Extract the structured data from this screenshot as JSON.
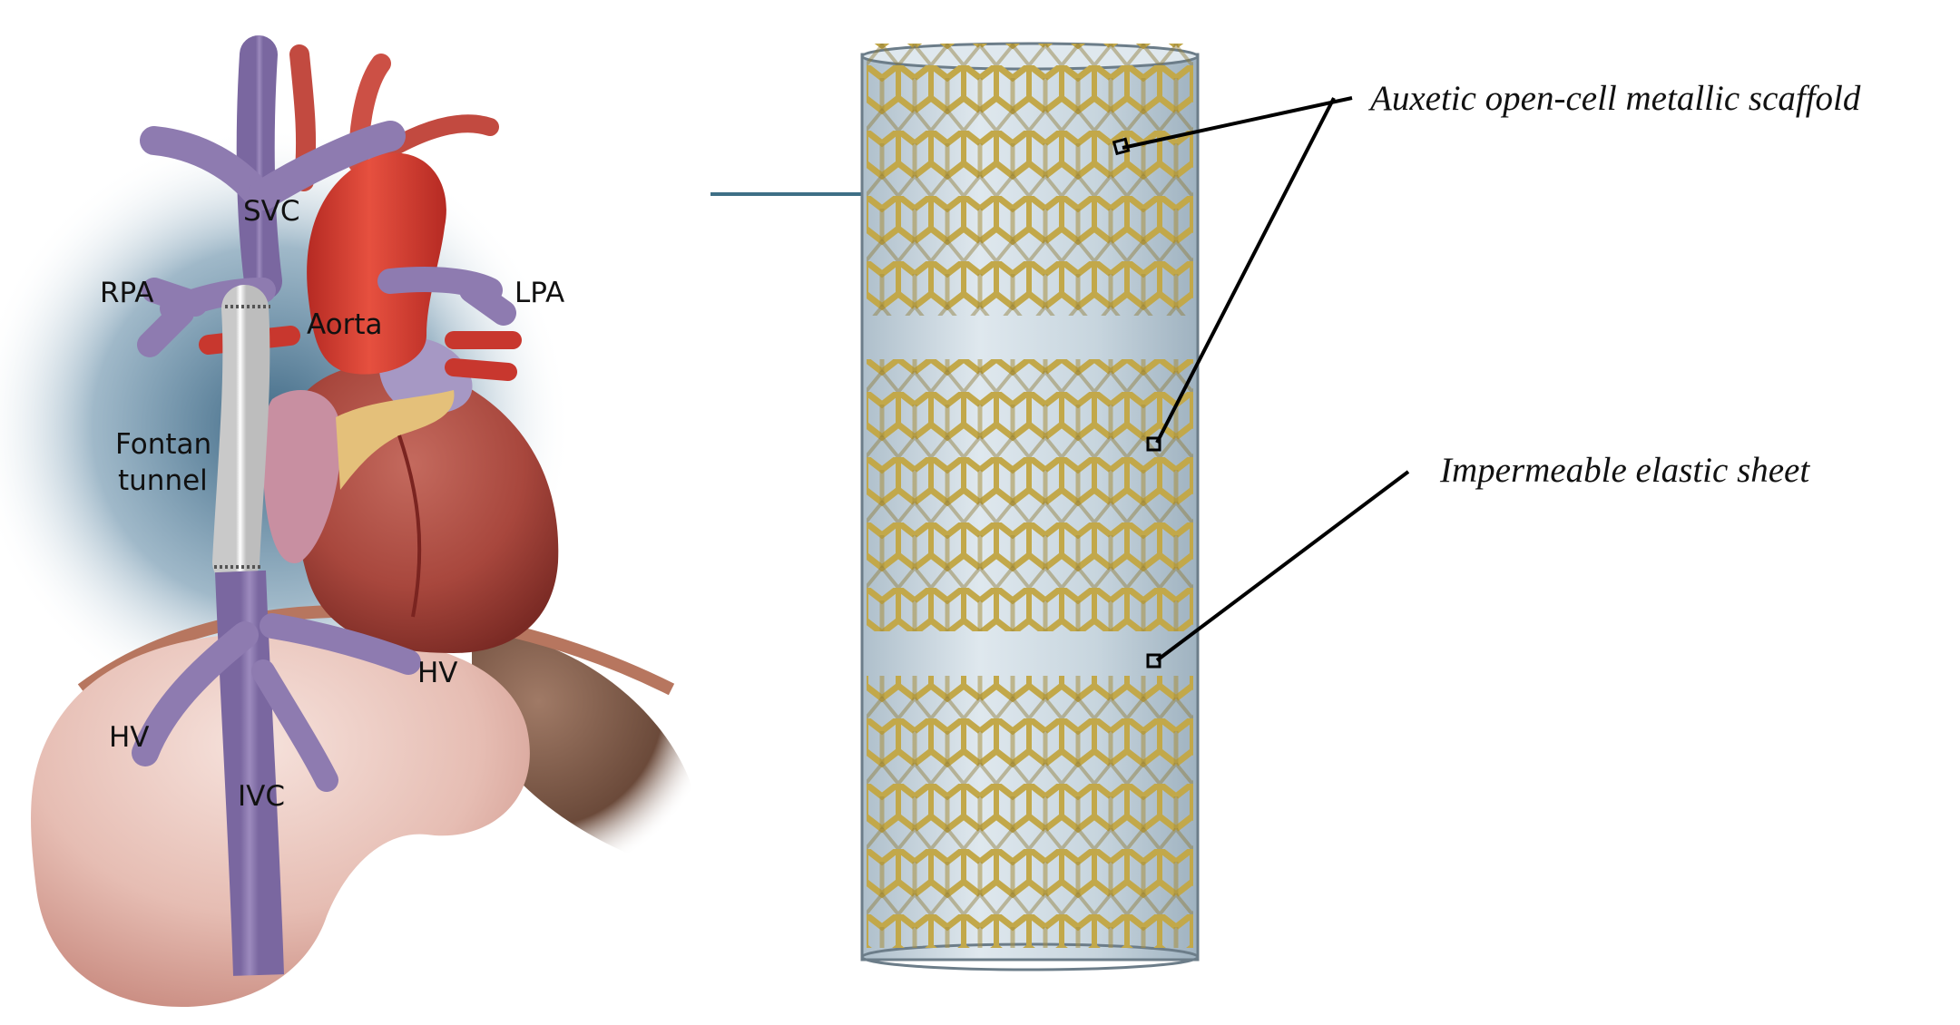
{
  "anatomy": {
    "labels": {
      "svc": "SVC",
      "rpa": "RPA",
      "lpa": "LPA",
      "aorta": "Aorta",
      "fontan_line1": "Fontan",
      "fontan_line2": "tunnel",
      "hv_right": "HV",
      "hv_left": "HV",
      "ivc": "IVC"
    }
  },
  "stent": {
    "callouts": {
      "scaffold": "Auxetic open-cell metallic scaffold",
      "sheet": "Impermeable elastic sheet"
    }
  },
  "colors": {
    "vein": "#8e7bb0",
    "artery": "#d8443a",
    "heart": "#b25046",
    "liver": "#e7c2ba",
    "scaffold": "#c7ad4d",
    "sheet": "#c9d6de",
    "pointer_line": "#3e6f86"
  }
}
